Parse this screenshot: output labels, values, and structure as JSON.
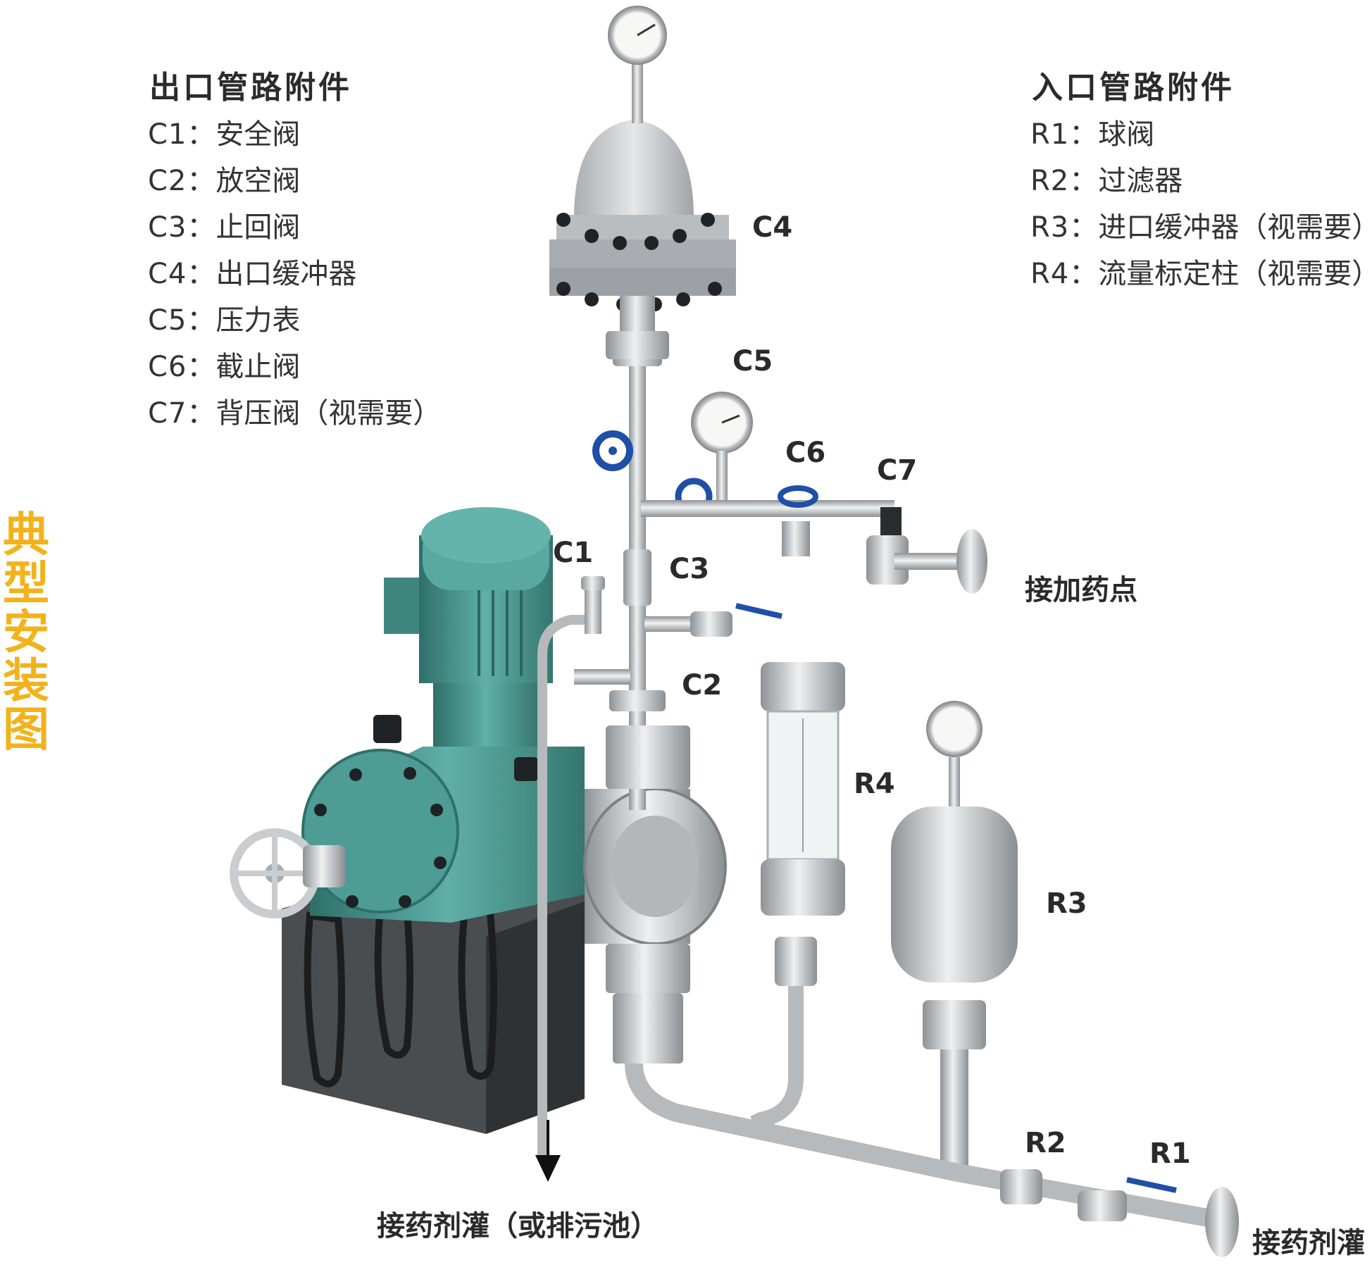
{
  "vertical_title": "典型安装图",
  "outlet": {
    "title": "出口管路附件",
    "items": [
      {
        "code": "C1：",
        "name": "安全阀"
      },
      {
        "code": "C2：",
        "name": "放空阀"
      },
      {
        "code": "C3：",
        "name": "止回阀"
      },
      {
        "code": "C4：",
        "name": "出口缓冲器"
      },
      {
        "code": "C5：",
        "name": "压力表"
      },
      {
        "code": "C6：",
        "name": "截止阀"
      },
      {
        "code": "C7：",
        "name": "背压阀（视需要）"
      }
    ]
  },
  "inlet": {
    "title": "入口管路附件",
    "items": [
      {
        "code": "R1：",
        "name": "球阀"
      },
      {
        "code": "R2：",
        "name": "过滤器"
      },
      {
        "code": "R3：",
        "name": "进口缓冲器（视需要）"
      },
      {
        "code": "R4：",
        "name": "流量标定柱（视需要）"
      }
    ]
  },
  "callouts": {
    "c1": "C1",
    "c2": "C2",
    "c3": "C3",
    "c4": "C4",
    "c5": "C5",
    "c6": "C6",
    "c7": "C7",
    "r1": "R1",
    "r2": "R2",
    "r3": "R3",
    "r4": "R4"
  },
  "connections": {
    "dosing_point": "接加药点",
    "tank_drain": "接药剂灌（或排污池）",
    "tank": "接药剂灌"
  },
  "colors": {
    "title_accent": "#f2b21b",
    "pump_teal": "#4d9c95",
    "steel": "#bfc3c6",
    "valve_blue": "#1f4fa6",
    "base_dark": "#3f4244"
  }
}
